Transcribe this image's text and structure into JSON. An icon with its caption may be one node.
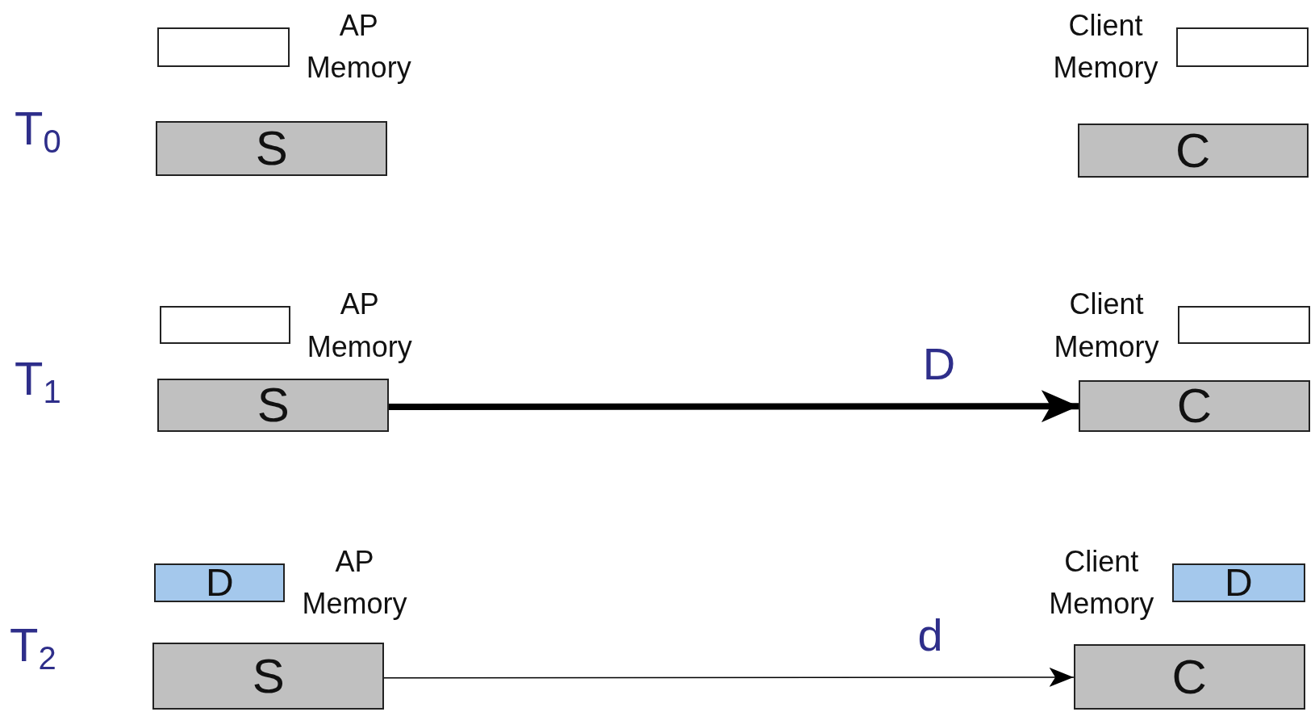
{
  "diagram": {
    "nodes": [
      {
        "text": [],
        "shape": "box",
        "beside": [
          "AP Memory"
        ]
      },
      {
        "text": [],
        "shape": "box",
        "beside": [
          "Client Memory"
        ]
      },
      {
        "text": [
          "S"
        ]
      },
      {
        "text": [
          "C"
        ]
      },
      {
        "text": [],
        "shape": "box",
        "beside": [
          "AP Memory"
        ]
      },
      {
        "text": [],
        "shape": "box",
        "beside": [
          "Client Memory"
        ]
      },
      {
        "text": [
          "S"
        ]
      },
      {
        "text": [
          "C"
        ]
      },
      {
        "text": [
          "D"
        ],
        "beside": [
          "AP Memory"
        ]
      },
      {
        "text": [
          "D"
        ],
        "beside": [
          "Client Memory"
        ]
      },
      {
        "text": [
          "S"
        ]
      },
      {
        "text": [
          "C"
        ]
      }
    ],
    "edges": [
      {
        "from": 6,
        "to": 7,
        "arrow": "to",
        "label": "D",
        "style": "thick"
      },
      {
        "from": 10,
        "to": 11,
        "arrow": "to",
        "label": "d"
      }
    ],
    "labels": [
      "T$_{0}$",
      "T$_{1}$",
      "T$_{2}$"
    ]
  }
}
